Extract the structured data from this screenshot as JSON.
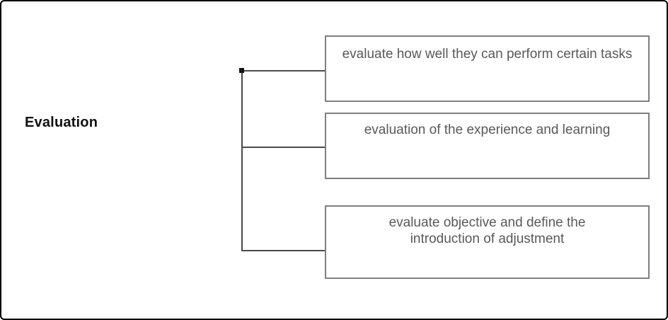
{
  "diagram": {
    "type": "tree",
    "root": {
      "label": "Evaluation"
    },
    "nodes": [
      {
        "label": "evaluate how well they can perform certain tasks"
      },
      {
        "label": "evaluation of the experience and learning"
      },
      {
        "label": "evaluate objective and define the introduction of adjustment"
      }
    ],
    "colors": {
      "background": "#ffffff",
      "frame_border": "#000000",
      "box_border": "#7f7f7f",
      "box_text": "#595959",
      "root_text": "#111111",
      "connector": "#4a4a4a",
      "joint_dot": "#141414"
    }
  }
}
